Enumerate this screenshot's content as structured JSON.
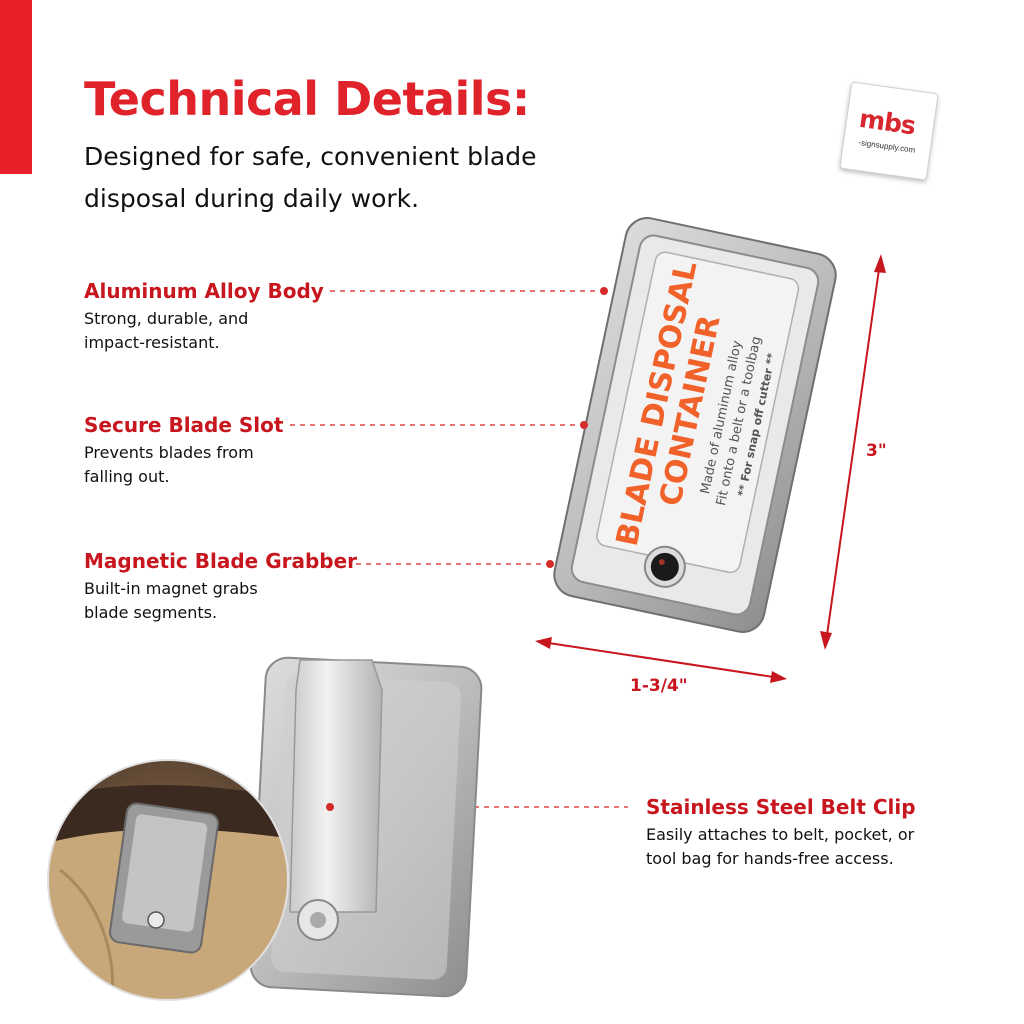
{
  "header": {
    "title": "Technical Details:",
    "subtitle": "Designed for safe, convenient blade disposal during daily work."
  },
  "logo": {
    "mark": "mbs",
    "url": "-signsupply.com"
  },
  "features": [
    {
      "title": "Aluminum Alloy Body",
      "description": "Strong, durable, and impact-resistant."
    },
    {
      "title": "Secure Blade Slot",
      "description": "Prevents blades from falling out."
    },
    {
      "title": "Magnetic Blade Grabber",
      "description": "Built-in magnet grabs blade segments."
    },
    {
      "title": "Stainless Steel Belt Clip",
      "description": "Easily attaches to belt, pocket, or tool bag for hands-free access."
    }
  ],
  "dimensions": {
    "height": "3\"",
    "width": "1-3/4\""
  },
  "product_label": {
    "line1": "BLADE DISPOSAL",
    "line2": "CONTAINER",
    "line3": "Made of aluminum alloy",
    "line4": "Fit onto a belt or a toolbag",
    "line5": "** For snap off cutter **"
  },
  "colors": {
    "accent": "#e0232a",
    "callout_red": "#c8161e",
    "body_text": "#111111",
    "label_orange": "#f0622a"
  }
}
